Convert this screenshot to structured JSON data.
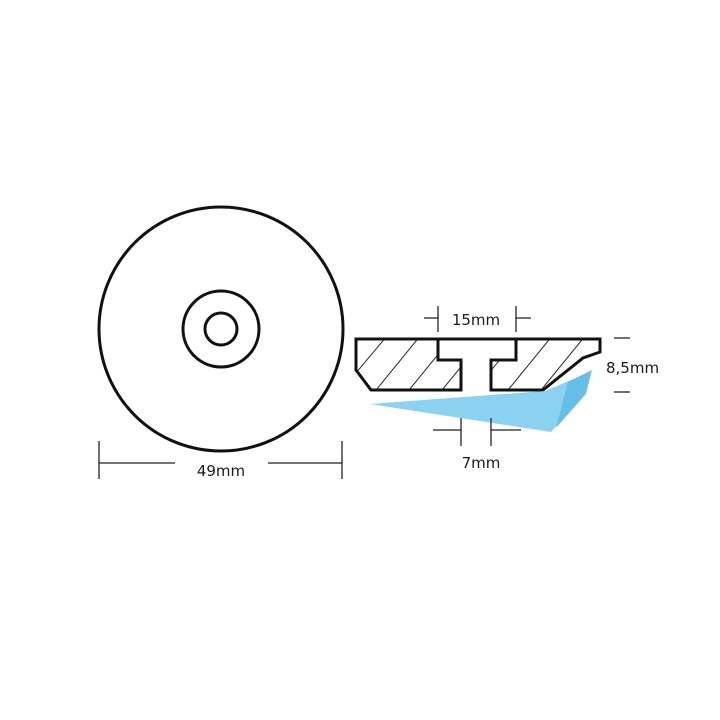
{
  "dimensions": {
    "outer_diameter": "49mm",
    "recess_diameter": "15mm",
    "thickness": "8,5mm",
    "hole_diameter": "7mm"
  },
  "colors": {
    "stroke": "#111111",
    "dimension_line": "#222222",
    "hatch": "#222222",
    "accent": "#7ecdf0"
  }
}
